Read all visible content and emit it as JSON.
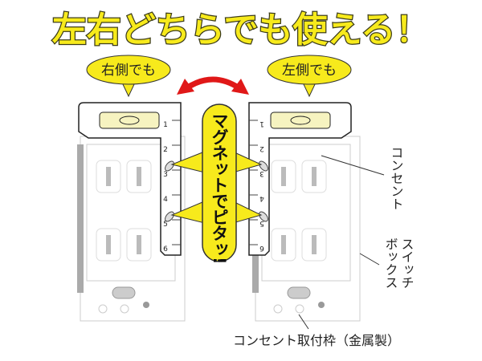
{
  "title": "左右どちらでも使える！",
  "bubbles": {
    "right_side": "右側でも",
    "left_side": "左側でも"
  },
  "magnet_callout": "マグネットでピタッ!",
  "labels": {
    "outlet": "コンセント",
    "switch_box_line1": "スイッチ",
    "switch_box_line2": "ボックス",
    "frame": "コンセント取付枠（金属製）"
  },
  "ruler_left_ticks": [
    "1",
    "2",
    "3",
    "4",
    "5",
    "6"
  ],
  "ruler_right_ticks": [
    "1",
    "2",
    "3",
    "4",
    "5",
    "6"
  ],
  "colors": {
    "title_fill": "#f7ea1c",
    "bubble": "#f7ea1c",
    "arrow": "#e01818",
    "level_vial": "#f6f3c0"
  }
}
